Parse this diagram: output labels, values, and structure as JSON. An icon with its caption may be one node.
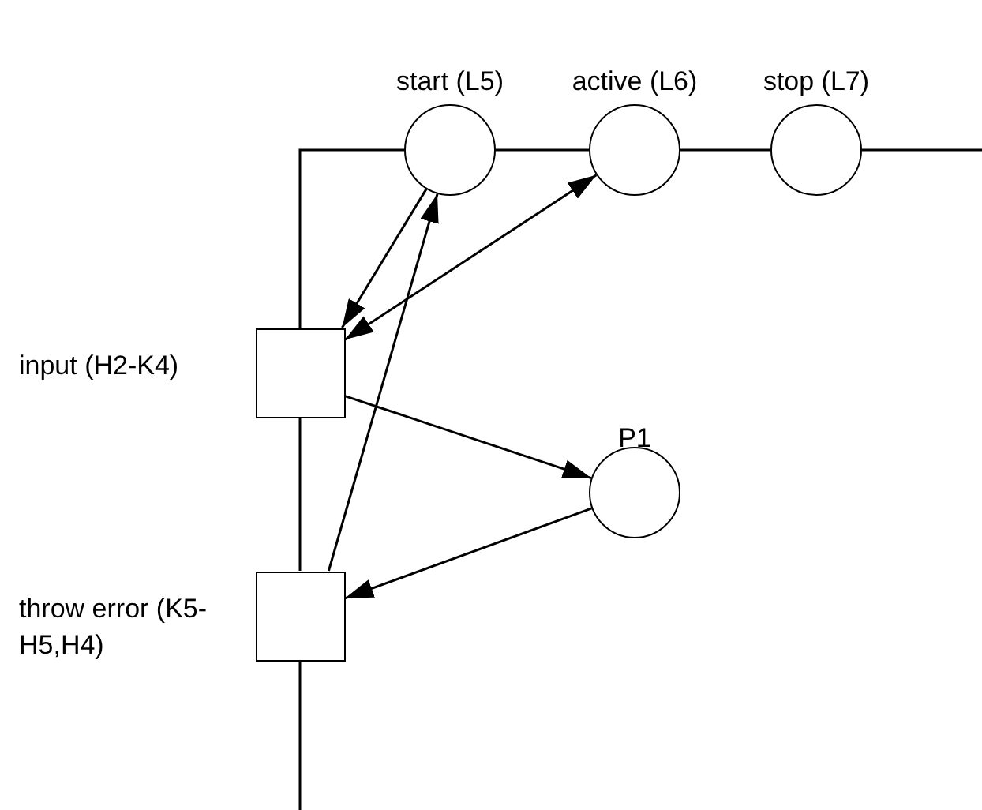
{
  "diagram": {
    "nodes": [
      {
        "text": [
          "start (L5)"
        ]
      },
      {
        "text": [
          "active (L6)"
        ]
      },
      {
        "text": [
          "stop (L7)"
        ]
      },
      {
        "text": [
          "input (H2-K4)"
        ]
      },
      {
        "text": [
          "P1"
        ]
      },
      {
        "text": [
          "throw error (K5-H5,H4)"
        ]
      }
    ],
    "edges": [
      {
        "from": 0,
        "to": 3,
        "arrow": "to"
      },
      {
        "from": 1,
        "to": 3,
        "arrow": "both"
      },
      {
        "from": 3,
        "to": 4,
        "arrow": "to"
      },
      {
        "from": 4,
        "to": 5,
        "arrow": "to"
      },
      {
        "from": 5,
        "to": 0,
        "arrow": "to"
      },
      {
        "from": 3,
        "to": 0,
        "arrow": "none"
      },
      {
        "from": 0,
        "to": 1,
        "arrow": "none"
      },
      {
        "from": 1,
        "to": 2,
        "arrow": "none"
      },
      {
        "from": 2,
        "to": null,
        "arrow": "none"
      },
      {
        "from": 3,
        "to": 5,
        "arrow": "none"
      },
      {
        "from": 5,
        "to": null,
        "arrow": "none"
      }
    ]
  }
}
